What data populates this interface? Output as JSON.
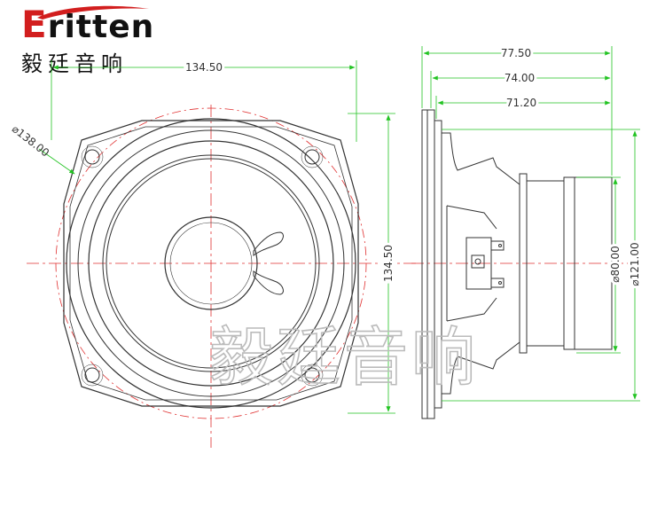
{
  "logo": {
    "word_first": "E",
    "word_rest": "ritten",
    "company_cn": "毅廷音响",
    "accent_color": "#d21e1e"
  },
  "watermark": "毅廷音响",
  "front_view": {
    "width_dim": "134.50",
    "height_dim": "134.50",
    "diameter_dim": "⌀138.00"
  },
  "side_view": {
    "depth_overall": "77.50",
    "depth_mid": "74.00",
    "depth_inner": "71.20",
    "magnet_diameter": "⌀80.00",
    "frame_diameter": "⌀121.00"
  },
  "colors": {
    "dimension_line": "#22c322",
    "center_line": "#e03030",
    "outline": "#333333"
  }
}
